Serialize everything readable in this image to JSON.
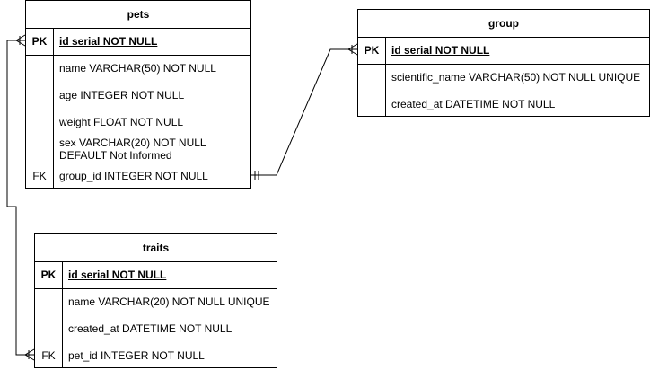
{
  "entities": {
    "pets": {
      "name": "pets",
      "rows": [
        {
          "key": "PK",
          "field": "id serial NOT NULL"
        },
        {
          "key": "",
          "field": "name VARCHAR(50) NOT NULL"
        },
        {
          "key": "",
          "field": "age INTEGER NOT NULL"
        },
        {
          "key": "",
          "field": "weight FLOAT NOT NULL"
        },
        {
          "key": "",
          "field_line1": "sex VARCHAR(20) NOT NULL",
          "field_line2": "DEFAULT Not Informed"
        },
        {
          "key": "FK",
          "field": "group_id INTEGER NOT NULL"
        }
      ]
    },
    "group": {
      "name": "group",
      "rows": [
        {
          "key": "PK",
          "field": "id serial NOT NULL"
        },
        {
          "key": "",
          "field": "scientific_name VARCHAR(50) NOT NULL UNIQUE"
        },
        {
          "key": "",
          "field": "created_at DATETIME NOT NULL"
        }
      ]
    },
    "traits": {
      "name": "traits",
      "rows": [
        {
          "key": "PK",
          "field": "id serial NOT NULL"
        },
        {
          "key": "",
          "field": "name VARCHAR(20) NOT NULL UNIQUE"
        },
        {
          "key": "",
          "field": "created_at DATETIME NOT NULL"
        },
        {
          "key": "FK",
          "field": "pet_id INTEGER NOT NULL"
        }
      ]
    }
  },
  "relationships": [
    {
      "from": "pets.group_id",
      "to": "group.id",
      "from_end": "one",
      "to_end": "many"
    },
    {
      "from": "traits.pet_id",
      "to": "pets.id",
      "from_end": "many",
      "to_end": "many"
    }
  ],
  "colors": {
    "line": "#000000",
    "background": "#ffffff"
  }
}
